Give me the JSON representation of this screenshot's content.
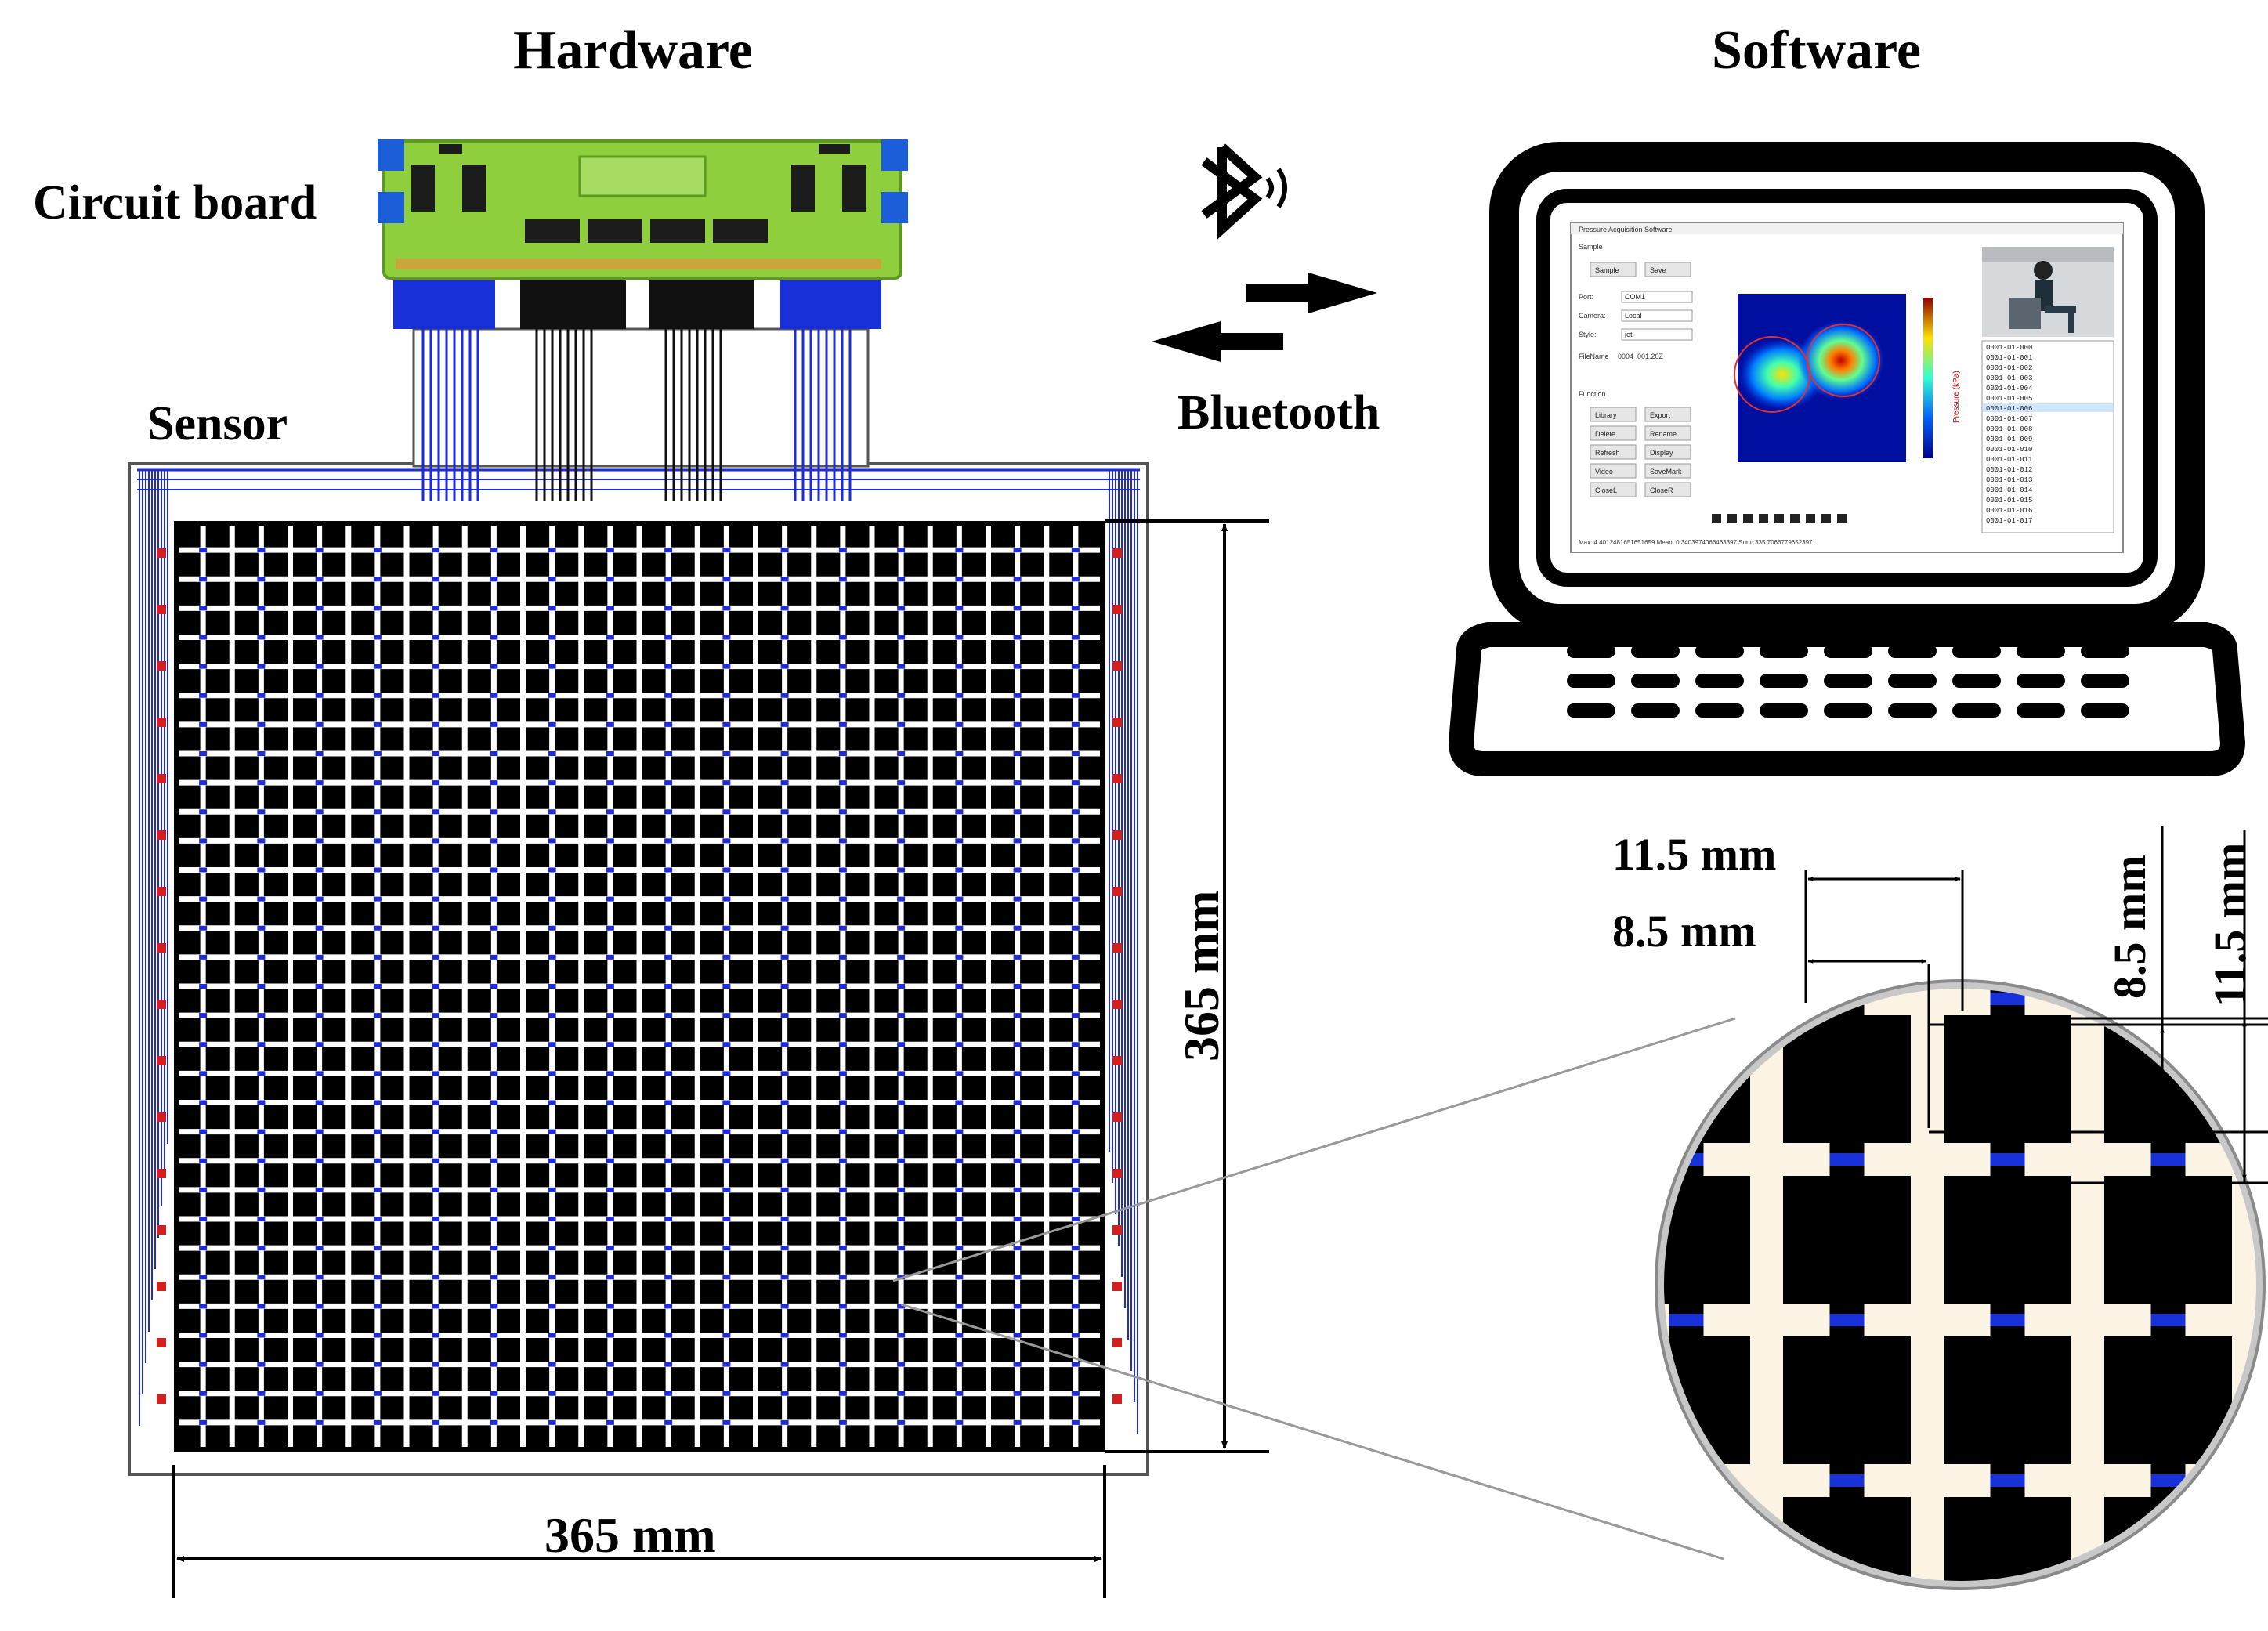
{
  "titles": {
    "hardware": "Hardware",
    "software": "Software"
  },
  "labels": {
    "circuit_board": "Circuit board",
    "sensor": "Sensor",
    "bluetooth": "Bluetooth"
  },
  "dimensions": {
    "sensor_width": "365 mm",
    "sensor_height": "365 mm",
    "pitch_h": "11.5 mm",
    "electrode_h": "8.5 mm",
    "electrode_v": "8.5 mm",
    "pitch_v": "11.5 mm"
  },
  "software_window": {
    "title": "Pressure Acquisition Software",
    "sample_group": "Sample",
    "buttons": [
      "Sample",
      "Save",
      "Library",
      "Export",
      "Delete",
      "Rename",
      "Refresh",
      "Display",
      "Video",
      "SaveMark",
      "CloseL",
      "CloseR"
    ],
    "fields": [
      {
        "label": "Port:",
        "value": "COM1"
      },
      {
        "label": "Camera:",
        "value": "Local"
      },
      {
        "label": "Style:",
        "value": "jet"
      }
    ],
    "filename_label": "FileName",
    "filename_value": "0004_001.20Z",
    "function_label": "Function",
    "file_list": [
      "0001-01-000",
      "0001-01-001",
      "0001-01-002",
      "0001-01-003",
      "0001-01-004",
      "0001-01-005",
      "0001-01-006",
      "0001-01-007",
      "0001-01-008",
      "0001-01-009",
      "0001-01-010",
      "0001-01-011",
      "0001-01-012",
      "0001-01-013",
      "0001-01-014",
      "0001-01-015",
      "0001-01-016",
      "0001-01-017"
    ],
    "status_bar": "Max: 4.4012481651651659    Mean: 0.3403974066463397    Sum: 335.7066779652397",
    "colorbar_label": "Pressure (kPa)"
  },
  "colors": {
    "sensor_trace": "#1f2bd6",
    "pcb_green": "#8fce3c",
    "connector_blue": "#1830d8",
    "label_red": "#d02020"
  },
  "sensor_grid": {
    "rows": 32,
    "cols": 32
  }
}
